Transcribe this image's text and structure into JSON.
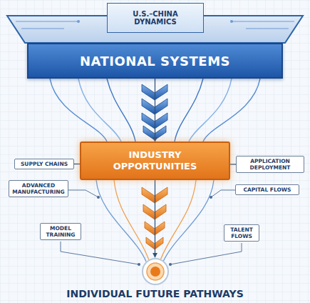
{
  "diagram": {
    "nodes": [
      {
        "text": [
          "U.S.–CHINA DYNAMICS"
        ]
      },
      {
        "text": [
          "NATIONAL SYSTEMS"
        ]
      },
      {
        "text": [
          "SUPPLY CHAINS"
        ]
      },
      {
        "text": [
          "INDUSTRY OPPORTUNITIES"
        ]
      },
      {
        "text": [
          "APPLICATION DEPLOYMENT"
        ]
      },
      {
        "text": [
          "ADVANCED MANUFACTURING"
        ]
      },
      {
        "text": [
          "CAPITAL FLOWS"
        ]
      },
      {
        "text": [
          "MODEL TRAINING"
        ]
      },
      {
        "text": [
          "TALENT FLOWS"
        ]
      },
      {
        "text": [
          "INDIVIDUAL FUTURE PATHWAYS"
        ]
      }
    ],
    "edges": [
      {
        "from": 1,
        "to": 3,
        "arrow": "to"
      },
      {
        "from": 3,
        "to": 9,
        "arrow": "to"
      },
      {
        "from": 2,
        "to": 3,
        "arrow": "none"
      },
      {
        "from": 4,
        "to": 3,
        "arrow": "none"
      }
    ]
  }
}
